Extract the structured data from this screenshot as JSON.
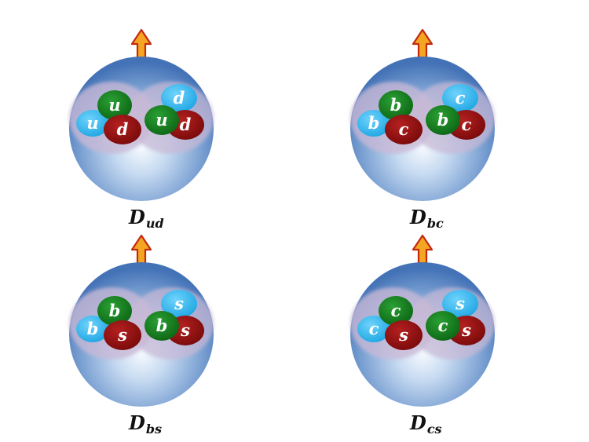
{
  "colors": {
    "blue_quark": "#33b8ee",
    "green_quark": "#147a1c",
    "red_quark": "#8e1010",
    "arrow_fill": "#f4a623",
    "arrow_stroke": "#c22a10",
    "sphere_edge": "#4a78b8",
    "sphere_center": "#eef4fb",
    "cluster_fill": "#c9b8d6"
  },
  "states": [
    {
      "label_main": "D",
      "label_sub": "ud",
      "quarks": [
        {
          "role": "left-outer",
          "flavor": "u",
          "color": "blue"
        },
        {
          "role": "left-top",
          "flavor": "u",
          "color": "green"
        },
        {
          "role": "left-bottom",
          "flavor": "d",
          "color": "red"
        },
        {
          "role": "right-top",
          "flavor": "d",
          "color": "blue"
        },
        {
          "role": "right-inner",
          "flavor": "u",
          "color": "green"
        },
        {
          "role": "right-bottom",
          "flavor": "d",
          "color": "red"
        }
      ]
    },
    {
      "label_main": "D",
      "label_sub": "bc",
      "quarks": [
        {
          "role": "left-outer",
          "flavor": "b",
          "color": "blue"
        },
        {
          "role": "left-top",
          "flavor": "b",
          "color": "green"
        },
        {
          "role": "left-bottom",
          "flavor": "c",
          "color": "red"
        },
        {
          "role": "right-top",
          "flavor": "c",
          "color": "blue"
        },
        {
          "role": "right-inner",
          "flavor": "b",
          "color": "green"
        },
        {
          "role": "right-bottom",
          "flavor": "c",
          "color": "red"
        }
      ]
    },
    {
      "label_main": "D",
      "label_sub": "bs",
      "quarks": [
        {
          "role": "left-outer",
          "flavor": "b",
          "color": "blue"
        },
        {
          "role": "left-top",
          "flavor": "b",
          "color": "green"
        },
        {
          "role": "left-bottom",
          "flavor": "s",
          "color": "red"
        },
        {
          "role": "right-top",
          "flavor": "s",
          "color": "blue"
        },
        {
          "role": "right-inner",
          "flavor": "b",
          "color": "green"
        },
        {
          "role": "right-bottom",
          "flavor": "s",
          "color": "red"
        }
      ]
    },
    {
      "label_main": "D",
      "label_sub": "cs",
      "quarks": [
        {
          "role": "left-outer",
          "flavor": "c",
          "color": "blue"
        },
        {
          "role": "left-top",
          "flavor": "c",
          "color": "green"
        },
        {
          "role": "left-bottom",
          "flavor": "s",
          "color": "red"
        },
        {
          "role": "right-top",
          "flavor": "s",
          "color": "blue"
        },
        {
          "role": "right-inner",
          "flavor": "c",
          "color": "green"
        },
        {
          "role": "right-bottom",
          "flavor": "s",
          "color": "red"
        }
      ]
    }
  ]
}
